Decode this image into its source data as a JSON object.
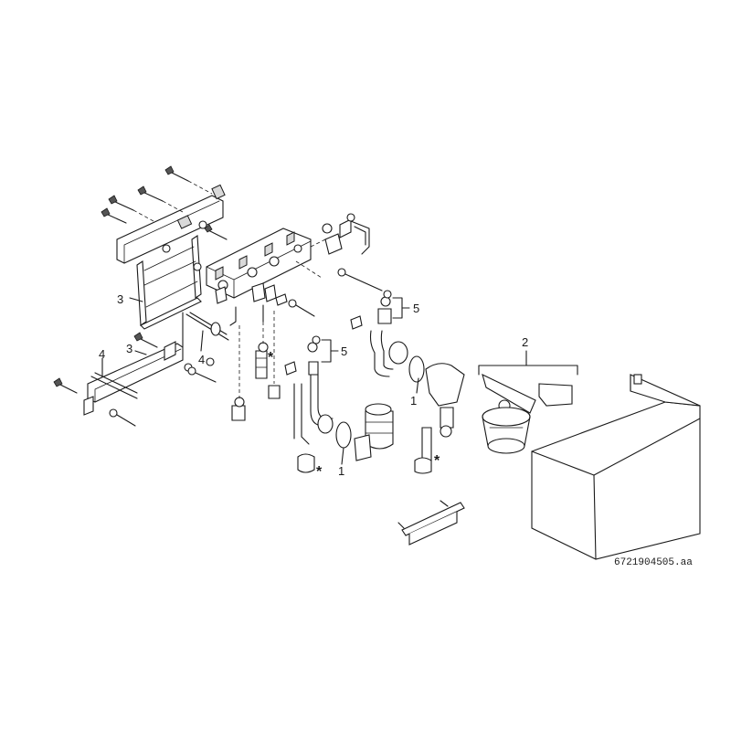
{
  "labels": {
    "l1": "1",
    "l2": "2",
    "l3": "3",
    "l4": "4",
    "l5": "5",
    "star": "*"
  },
  "reference": "6721904505.aa"
}
